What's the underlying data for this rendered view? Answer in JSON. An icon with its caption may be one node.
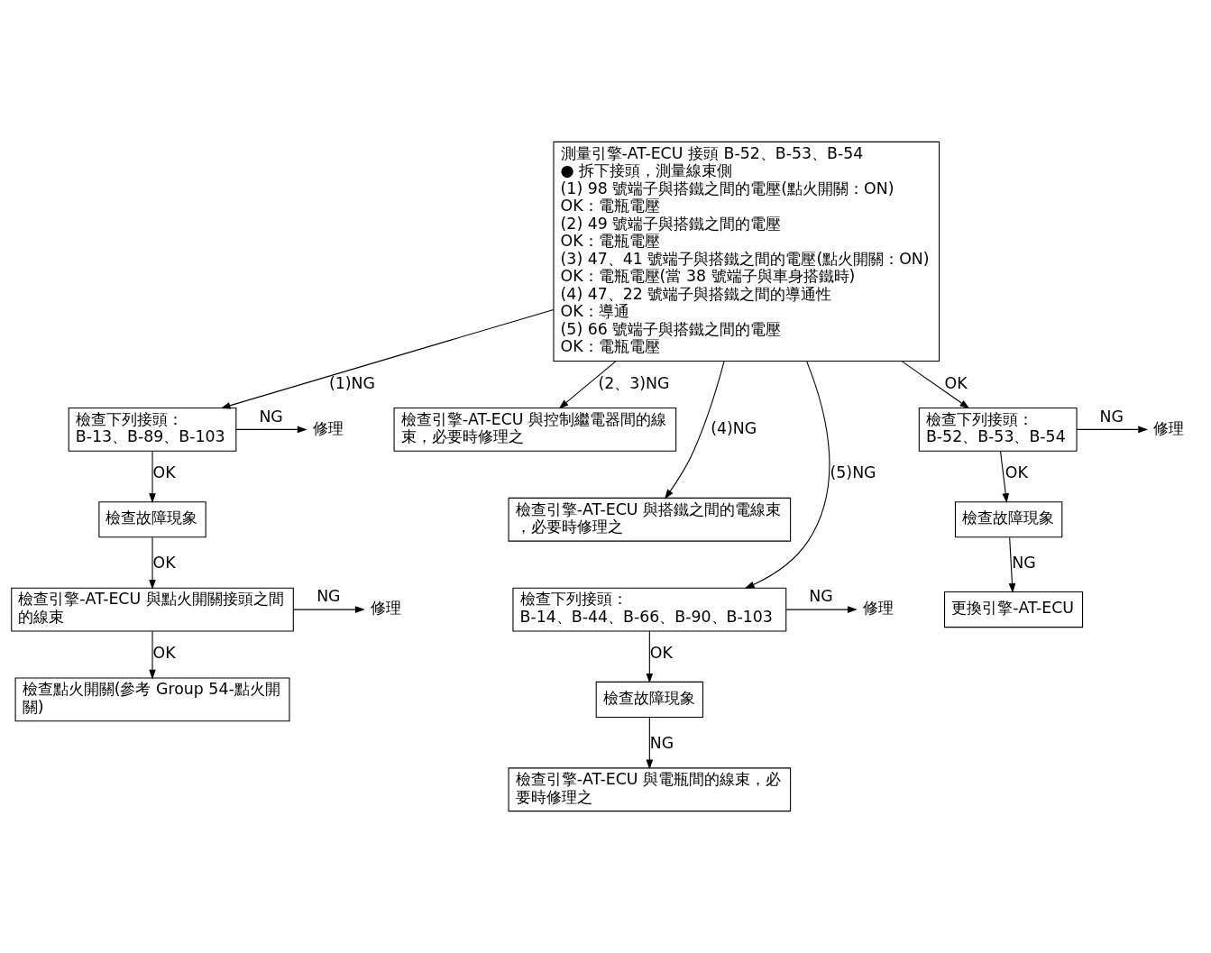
{
  "diagram": {
    "nodes": [
      {
        "text": [
          "測量引擎-AT-ECU 接頭 B-52、B-53、B-54",
          "● 拆下接頭，測量線束側",
          "(1) 98 號端子與搭鐵之間的電壓(點火開關：ON)",
          "OK：電瓶電壓",
          "(2) 49 號端子與搭鐵之間的電壓",
          "OK：電瓶電壓",
          "(3) 47、41 號端子與搭鐵之間的電壓(點火開關：ON)",
          "OK：電瓶電壓(當 38 號端子與車身搭鐵時)",
          "(4) 47、22 號端子與搭鐵之間的導通性",
          "OK：導通",
          "(5) 66 號端子與搭鐵之間的電壓",
          "OK：電瓶電壓"
        ]
      },
      {
        "text": [
          "檢查下列接頭：",
          "B-13、B-89、B-103"
        ]
      },
      {
        "text": [
          "修理"
        ]
      },
      {
        "text": [
          "檢查故障現象"
        ]
      },
      {
        "text": [
          "檢查引擎-AT-ECU 與點火開關接頭之間的線束"
        ]
      },
      {
        "text": [
          "修理"
        ]
      },
      {
        "text": [
          "檢查點火開關(參考 Group 54-點火開關)"
        ]
      },
      {
        "text": [
          "檢查引擎-AT-ECU 與控制繼電器間的線束，必要時修理之"
        ]
      },
      {
        "text": [
          "檢查引擎-AT-ECU 與搭鐵之間的電線束，必要時修理之"
        ]
      },
      {
        "text": [
          "檢查下列接頭：",
          "B-14、B-44、B-66、B-90、B-103"
        ]
      },
      {
        "text": [
          "修理"
        ]
      },
      {
        "text": [
          "檢查故障現象"
        ]
      },
      {
        "text": [
          "檢查引擎-AT-ECU 與電瓶間的線束，必要時修理之"
        ]
      },
      {
        "text": [
          "檢查下列接頭：",
          "B-52、B-53、B-54"
        ]
      },
      {
        "text": [
          "修理"
        ]
      },
      {
        "text": [
          "檢查故障現象"
        ]
      },
      {
        "text": [
          "更換引擎-AT-ECU"
        ]
      }
    ],
    "edges": [
      {
        "from": 0,
        "to": 1,
        "arrow": "to",
        "label": "(1)NG"
      },
      {
        "from": 0,
        "to": 7,
        "arrow": "to",
        "label": "(2、3)NG"
      },
      {
        "from": 0,
        "to": 8,
        "arrow": "to",
        "label": "(4)NG"
      },
      {
        "from": 0,
        "to": 9,
        "arrow": "to",
        "label": "(5)NG"
      },
      {
        "from": 0,
        "to": 13,
        "arrow": "to",
        "label": "OK"
      },
      {
        "from": 1,
        "to": 2,
        "arrow": "to",
        "label": "NG"
      },
      {
        "from": 1,
        "to": 3,
        "arrow": "to",
        "label": "OK"
      },
      {
        "from": 3,
        "to": 4,
        "arrow": "to",
        "label": "OK"
      },
      {
        "from": 4,
        "to": 5,
        "arrow": "to",
        "label": "NG"
      },
      {
        "from": 4,
        "to": 6,
        "arrow": "to",
        "label": "OK"
      },
      {
        "from": 9,
        "to": 10,
        "arrow": "to",
        "label": "NG"
      },
      {
        "from": 9,
        "to": 11,
        "arrow": "to",
        "label": "OK"
      },
      {
        "from": 11,
        "to": 12,
        "arrow": "to",
        "label": "NG"
      },
      {
        "from": 13,
        "to": 14,
        "arrow": "to",
        "label": "NG"
      },
      {
        "from": 13,
        "to": 15,
        "arrow": "to",
        "label": "OK"
      },
      {
        "from": 15,
        "to": 16,
        "arrow": "to",
        "label": "NG"
      }
    ]
  }
}
